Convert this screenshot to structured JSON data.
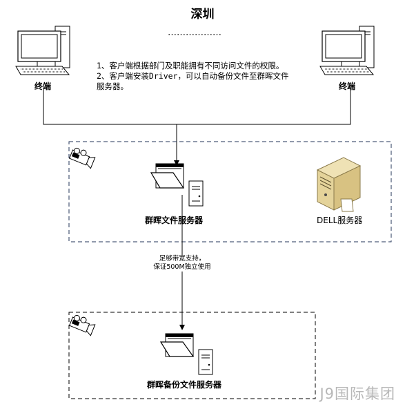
{
  "title": "深圳",
  "dots": "………………",
  "notes": [
    "1、客户端根据部门及职能拥有不同访问文件的权限。",
    "2、客户端安装Driver，可以自动备份文件至群晖文件",
    "服务器。"
  ],
  "terminal_left_label": "终端",
  "terminal_right_label": "终端",
  "main_server_label": "群晖文件服务器",
  "dell_server_label": "DELL服务器",
  "bandwidth_note": [
    "足够带宽支持，",
    "保证500M独立使用"
  ],
  "backup_server_label": "群晖备份文件服务器",
  "watermark": "J9国际集团"
}
